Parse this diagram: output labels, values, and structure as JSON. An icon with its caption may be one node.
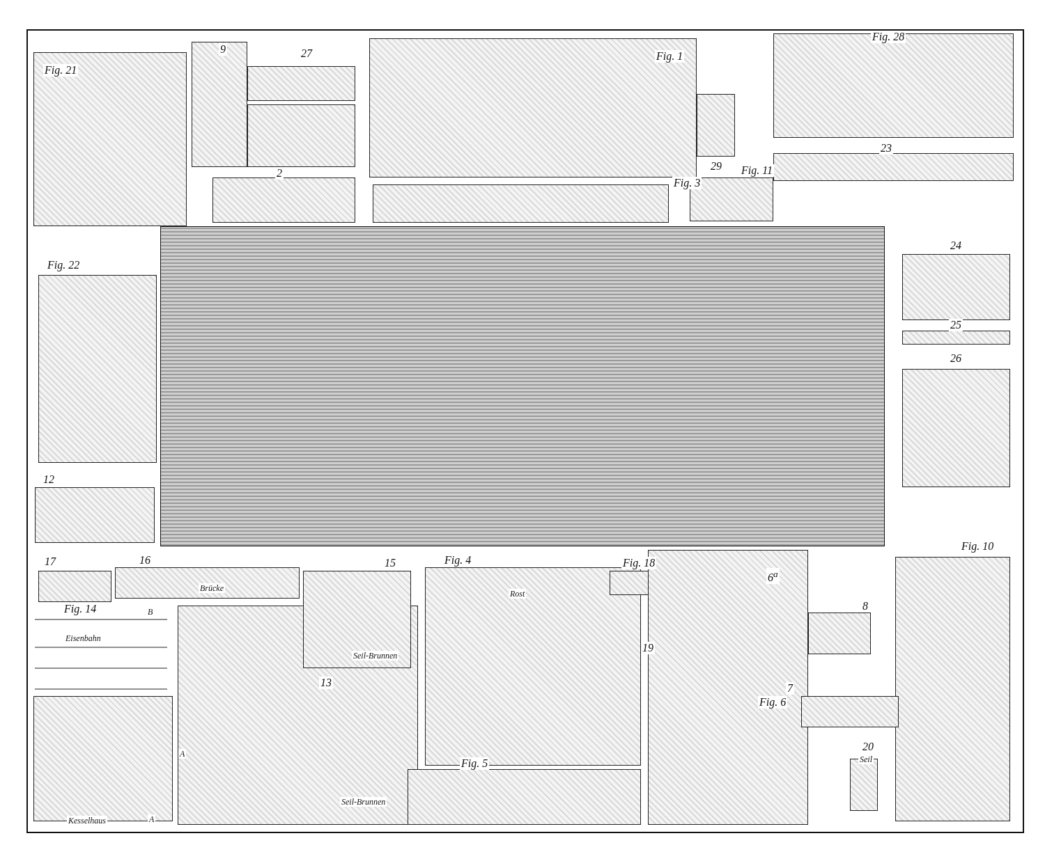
{
  "diagram": {
    "labels": [
      "Fig. 21",
      "9",
      "27",
      "Fig. 1",
      "Fig. 28",
      "29",
      "Fig. 11",
      "23",
      "2",
      "Fig. 3",
      "Fig. 22",
      "24",
      "25",
      "26",
      "12",
      "Fig. 10",
      "17",
      "16",
      "Brücke",
      "15",
      "Seil-Brunnen",
      "Fig. 4",
      "Rost",
      "Fig. 18",
      "6$^{a}$",
      "8",
      "Fig. 14",
      "B",
      "Eisenbahn",
      "19",
      "7",
      "13",
      "Seil-Brunnen",
      "Fig. 6",
      "20",
      "Seil",
      "A",
      "Kesselhaus",
      "A",
      "Fig. 5"
    ]
  }
}
